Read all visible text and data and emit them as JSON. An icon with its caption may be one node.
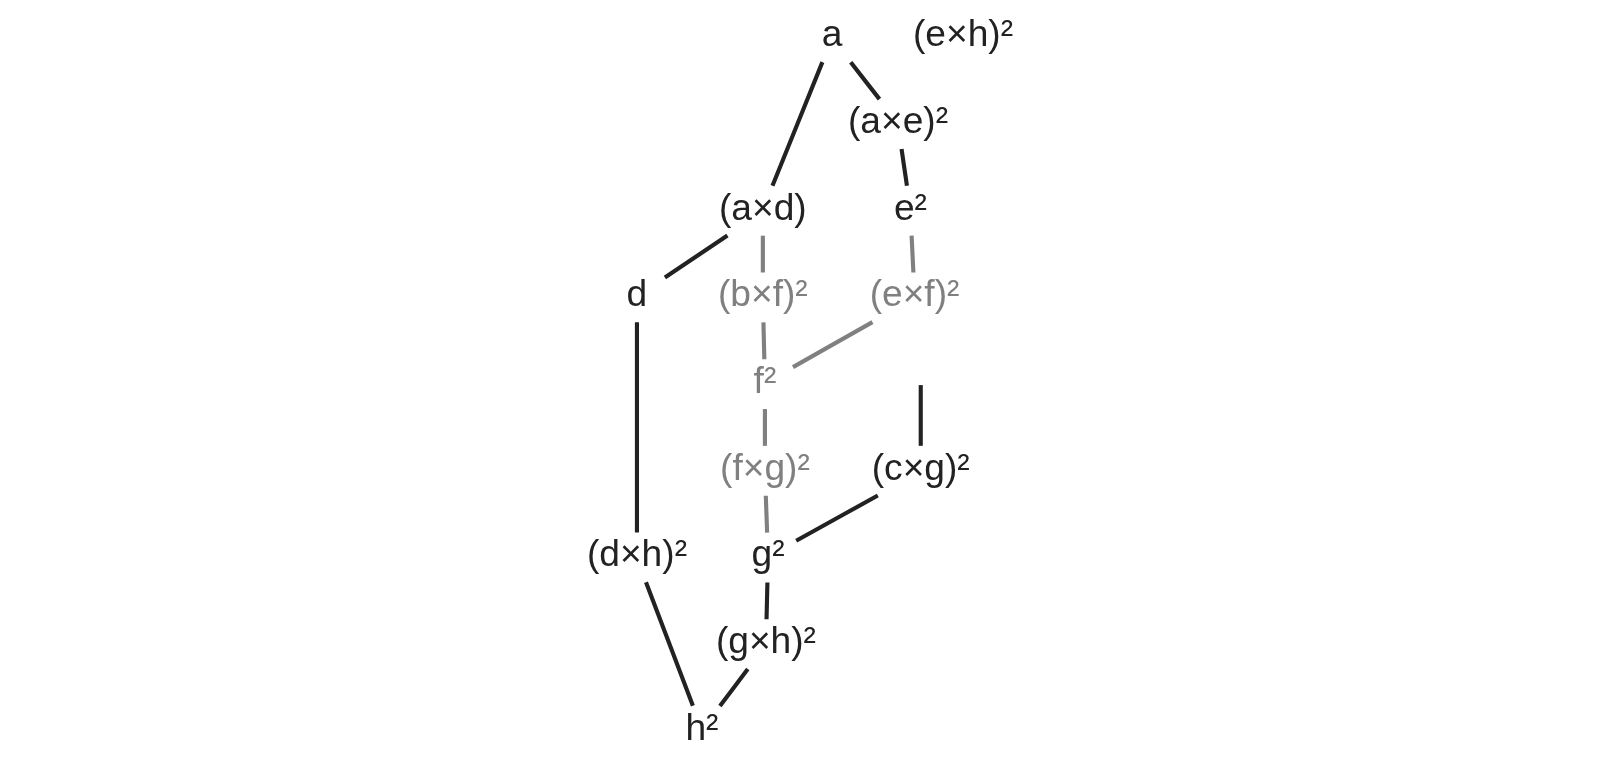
{
  "diagram": {
    "nodes": [
      {
        "text": [
          "a"
        ]
      },
      {
        "text": [
          "(a×d)"
        ]
      },
      {
        "text": [
          "d"
        ]
      },
      {
        "text": [
          "(b×f)²"
        ]
      },
      {
        "text": [
          "(c×g)²"
        ]
      },
      {
        "text": [
          "(d×h)²"
        ]
      },
      {
        "text": [
          "(a×e)²"
        ]
      },
      {
        "text": [
          "f²"
        ]
      },
      {
        "text": [
          "(f×g)²"
        ]
      },
      {
        "text": [
          "g²"
        ]
      },
      {
        "text": [
          "(e×f)²"
        ]
      },
      {
        "text": [
          "(g×h)²"
        ]
      },
      {
        "text": [
          "e²"
        ]
      },
      {
        "text": [
          "(e×h)²"
        ]
      },
      {
        "text": [
          "h²"
        ]
      }
    ],
    "edges": [
      {
        "from": 0,
        "to": 1,
        "arrow": "none"
      },
      {
        "from": 1,
        "to": 2,
        "arrow": "none"
      },
      {
        "from": 1,
        "to": 3,
        "arrow": "none",
        "color": "#808080"
      },
      {
        "from": 3,
        "to": 7,
        "arrow": "none",
        "color": "#808080"
      },
      {
        "from": null,
        "to": 4,
        "arrow": "none"
      },
      {
        "from": 4,
        "to": 9,
        "arrow": "none"
      },
      {
        "from": 2,
        "to": 5,
        "arrow": "none"
      },
      {
        "from": 5,
        "to": 14,
        "arrow": "none"
      },
      {
        "from": 0,
        "to": 6,
        "arrow": "none"
      },
      {
        "from": 6,
        "to": 12,
        "arrow": "none"
      },
      {
        "from": 7,
        "to": 8,
        "arrow": "none",
        "color": "#808080"
      },
      {
        "from": 8,
        "to": 9,
        "arrow": "none",
        "color": "#808080"
      },
      {
        "from": 12,
        "to": 10,
        "arrow": "none",
        "color": "#808080"
      },
      {
        "from": 10,
        "to": 7,
        "arrow": "none",
        "color": "#808080"
      },
      {
        "from": 9,
        "to": 11,
        "arrow": "none"
      },
      {
        "from": 11,
        "to": 14,
        "arrow": "none"
      }
    ]
  }
}
